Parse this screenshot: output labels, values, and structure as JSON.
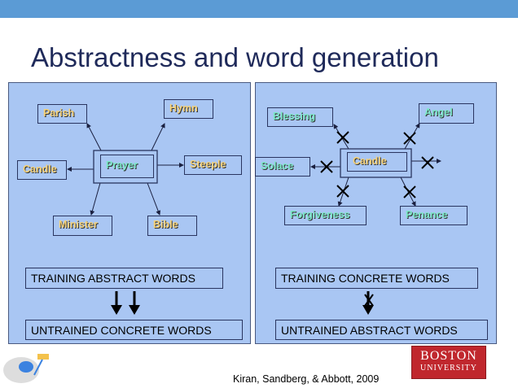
{
  "title": "Abstractness and word generation",
  "left": {
    "center": "Prayer",
    "words": [
      "Parish",
      "Hymn",
      "Candle",
      "Steeple",
      "Minister",
      "Bible"
    ],
    "training": "TRAINING ABSTRACT WORDS",
    "untrained": "UNTRAINED CONCRETE WORDS"
  },
  "right": {
    "center": "Candle",
    "words": [
      "Blessing",
      "Angel",
      "Solace",
      "Forgiveness",
      "Penance"
    ],
    "training": "TRAINING CONCRETE WORDS",
    "untrained": "UNTRAINED ABSTRACT WORDS"
  },
  "citation": "Kiran, Sandberg, & Abbott, 2009",
  "logo": {
    "line1": "BOSTON",
    "line2": "UNIVERSITY"
  }
}
